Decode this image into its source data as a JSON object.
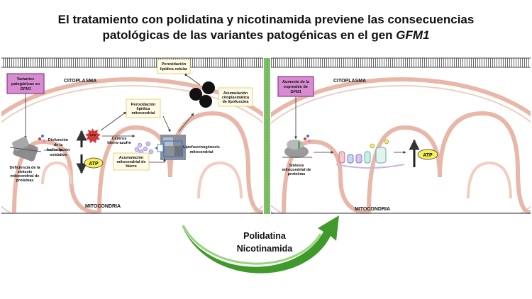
{
  "title": {
    "line1": "El tratamiento con polidatina y nicotinamida previene las consecuencias",
    "line2_prefix": "patológicas de las variantes patogénicas en el gen ",
    "line2_gene": "GFM1"
  },
  "left_panel": {
    "region_cytoplasm": "CITOPLASMA",
    "region_mitochondria": "MITOCONDRIA",
    "variants_box": {
      "line1": "Variantes",
      "line2": "patogénicas en",
      "line3": "GFM1"
    },
    "synthesis_deficiency": {
      "line1": "Deficiencia de la",
      "line2": "síntesis",
      "line3": "mitocondrial de",
      "line4": "proteínas"
    },
    "oxphos_dysfunction": {
      "line1": "Disfunción",
      "line2": "de la",
      "line3": "fosforilación",
      "line4": "oxidativa"
    },
    "ros_label": "ROS",
    "atp_label": "ATP",
    "mito_lipid_peroxidation": {
      "line1": "Peroxidación",
      "line2": "lipídica",
      "line3": "mitocondrial"
    },
    "cellular_lipid_peroxidation": {
      "line1": "Peroxidación",
      "line2": "lipídica celular"
    },
    "iron_sulfur": {
      "line1": "Centros",
      "line2": "hierro-azufre"
    },
    "iron_accumulation": {
      "line1": "Acumulación",
      "line2": "mitocondrial de",
      "line3": "hierro"
    },
    "lipofuscinogenesis": {
      "line1": "Lipofuscinogénesis",
      "line2": "mitocondrial"
    },
    "lipofuscin_accumulation": {
      "line1": "Acumulación",
      "line2": "citoplasmática",
      "line3": "de lipofuscina"
    }
  },
  "right_panel": {
    "region_cytoplasm": "CITOPLASMA",
    "region_mitochondria": "MITOCONDRIA",
    "expression_box": {
      "line1": "Aumento de la",
      "line2": "expresión de",
      "line3": "GFM1"
    },
    "synthesis": {
      "line1": "Síntesis",
      "line2": "mitocondrial de",
      "line3": "proteínas"
    },
    "atp_label": "ATP"
  },
  "treatment": {
    "line1": "Polidatina",
    "line2": "Nicotinamida"
  },
  "colors": {
    "pink_box": "#d78bd0",
    "pink_border": "#8e3b8a",
    "note_fill": "#fffbe6",
    "note_border": "#e2c96a",
    "atp_fill": "#f6ef5a",
    "ros_red": "#d23a3a",
    "membrane": "#e8b7a8",
    "arrow_green": "#3f9a2b",
    "divider_green": "#7fbf6a"
  }
}
